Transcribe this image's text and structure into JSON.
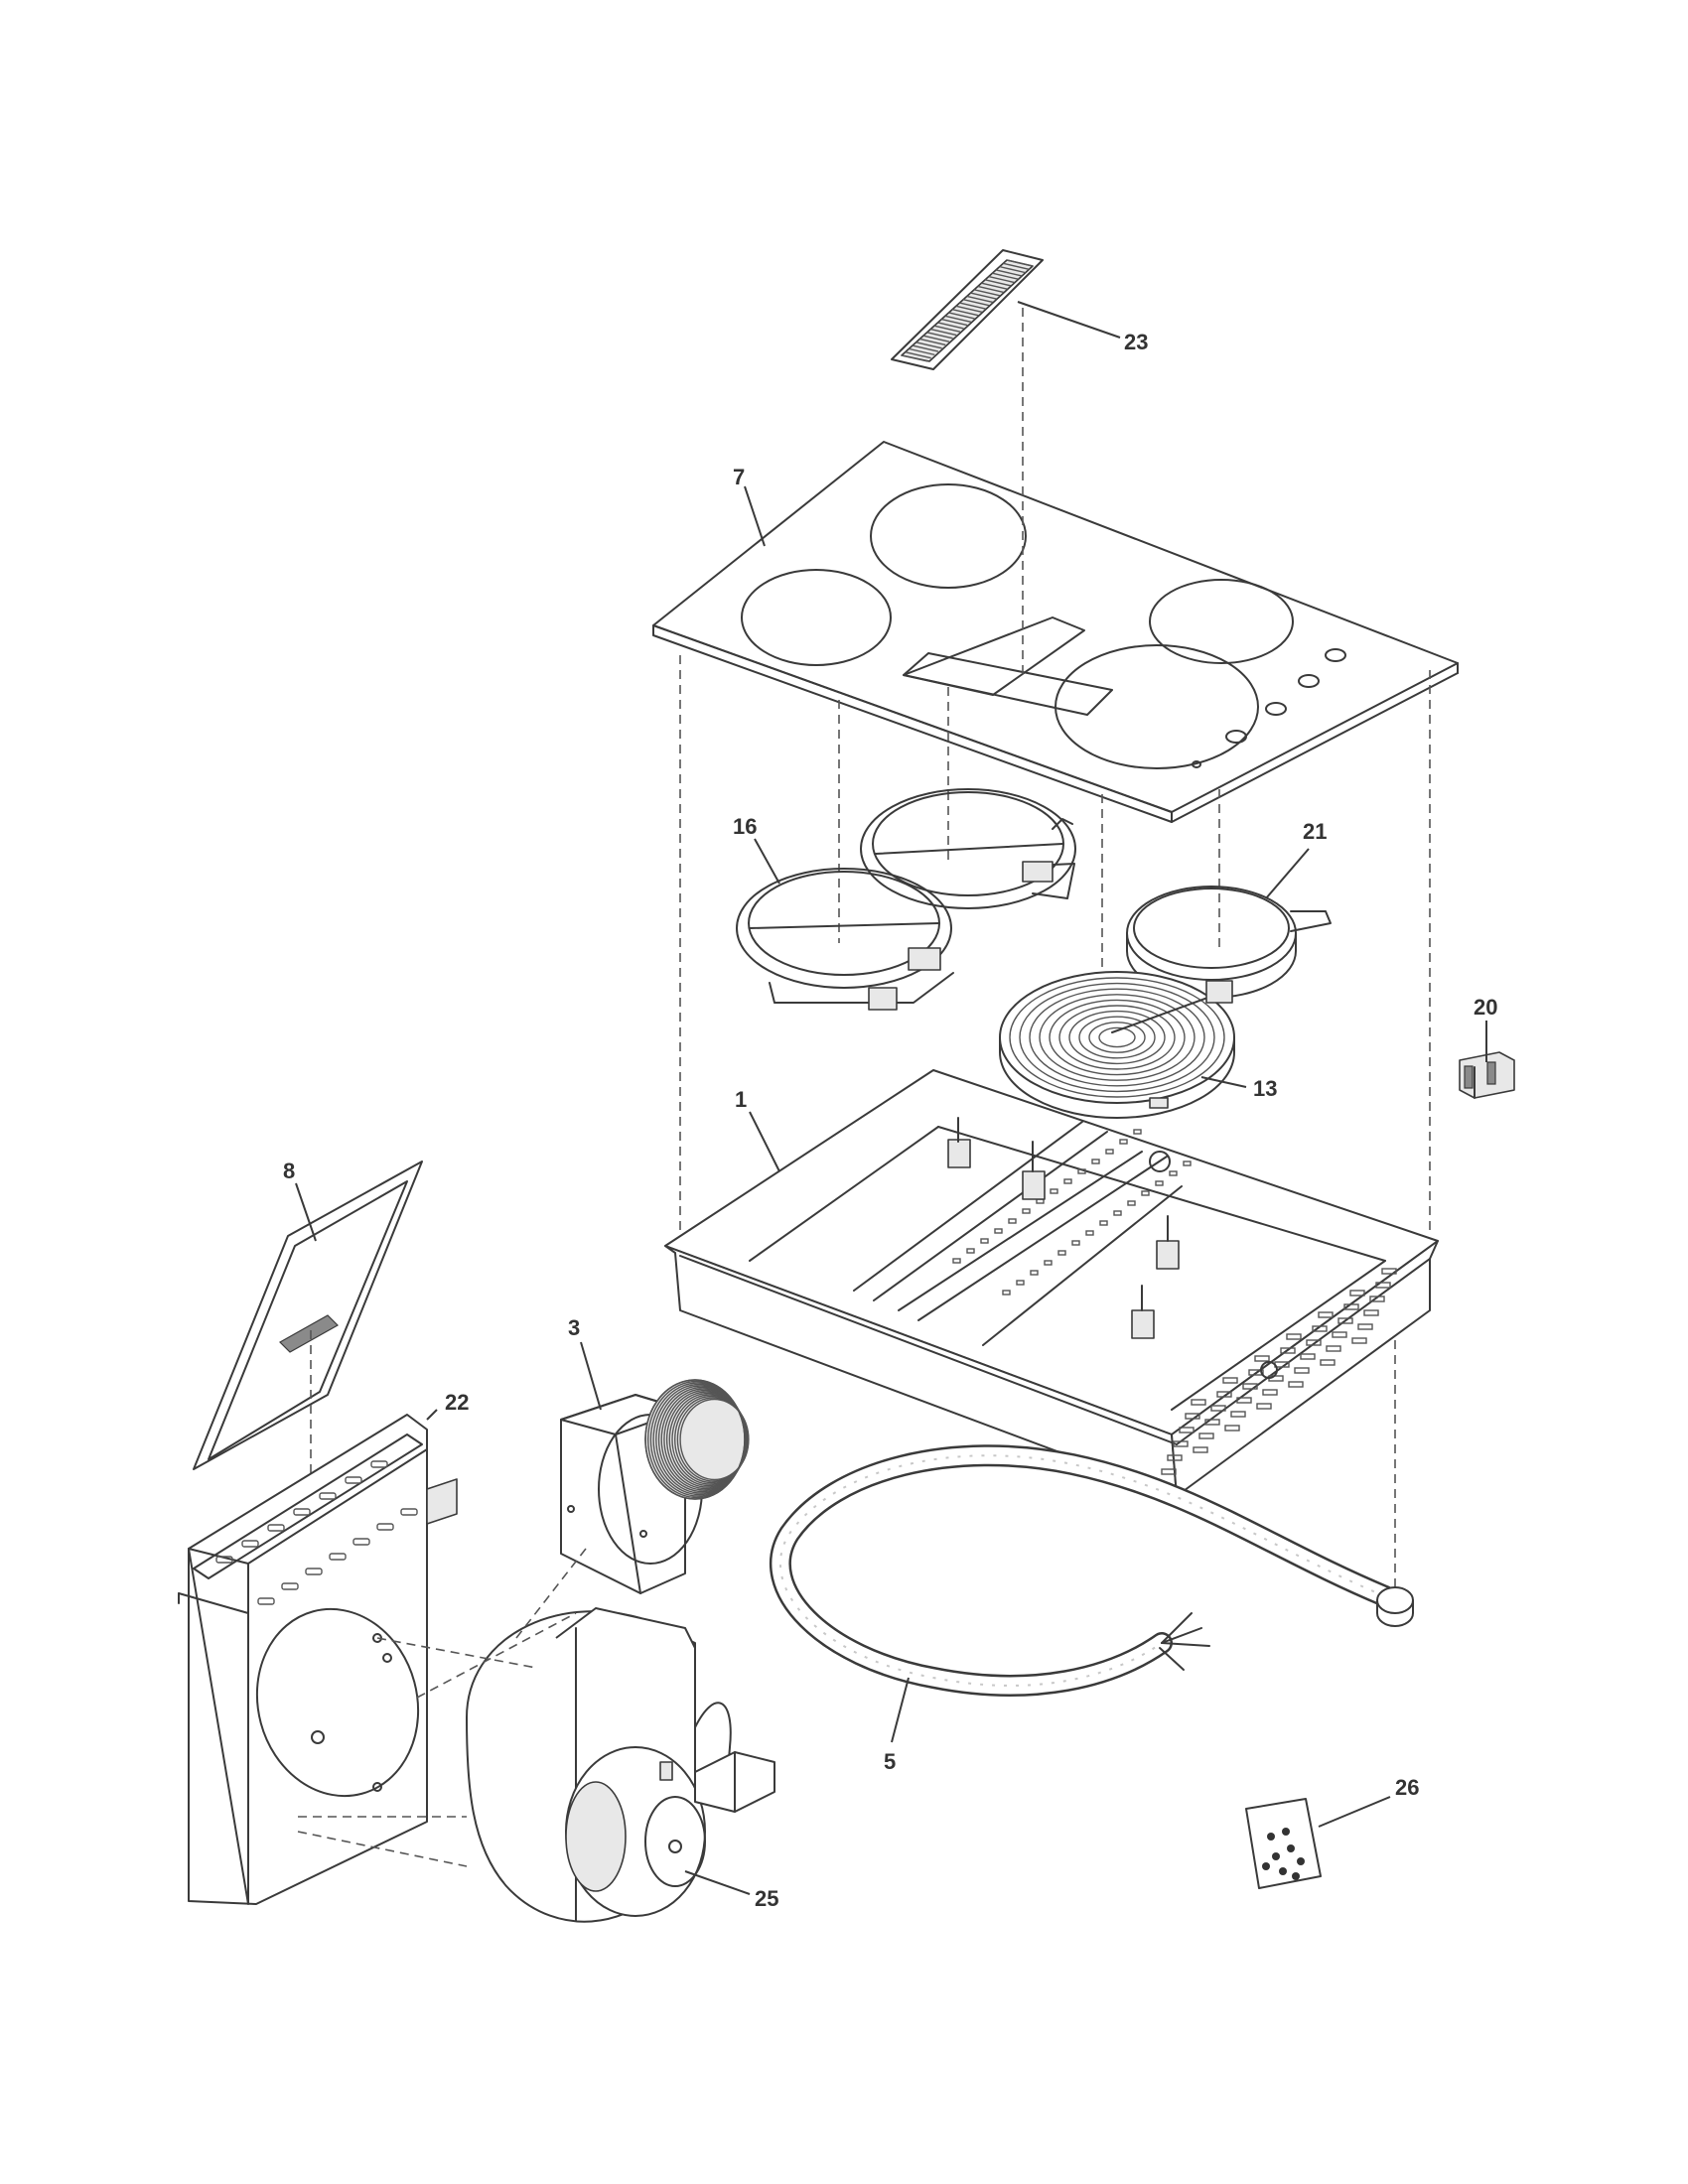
{
  "callouts": {
    "c1": "1",
    "c3": "3",
    "c5": "5",
    "c7": "7",
    "c8": "8",
    "c13": "13",
    "c16": "16",
    "c20": "20",
    "c21": "21",
    "c22": "22",
    "c23": "23",
    "c25": "25",
    "c26": "26"
  },
  "colors": {
    "line": "#3a3a3a",
    "background": "#ffffff"
  }
}
